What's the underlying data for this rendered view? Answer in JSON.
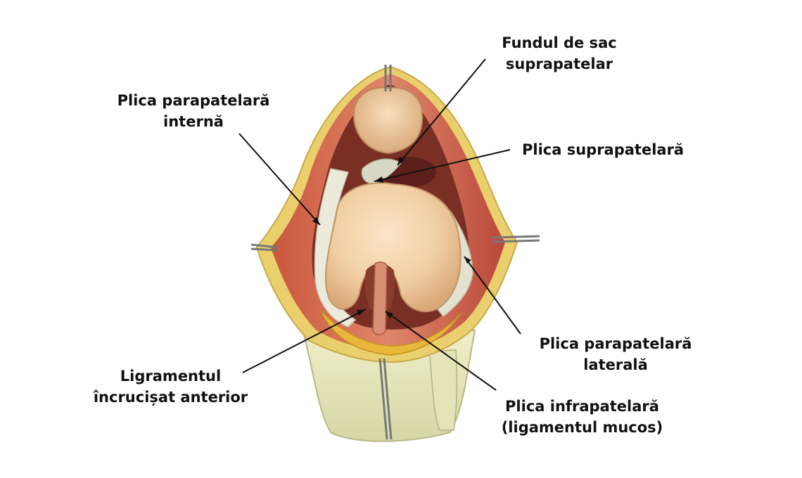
{
  "labels": {
    "fundul": [
      "Fundul de sac",
      "suprapatelar"
    ],
    "parapatelara_interna": [
      "Plica parapatelară",
      "internă"
    ],
    "suprapatelara": [
      "Plica suprapatelară"
    ],
    "parapatelara_laterala": [
      "Plica parapatelară",
      "laterală"
    ],
    "ligament_incrucisat": [
      "Ligramentul",
      "încrucișat anterior"
    ],
    "infrapatelara": [
      "Plica infrapatelară",
      "(ligamentul mucos)"
    ]
  }
}
